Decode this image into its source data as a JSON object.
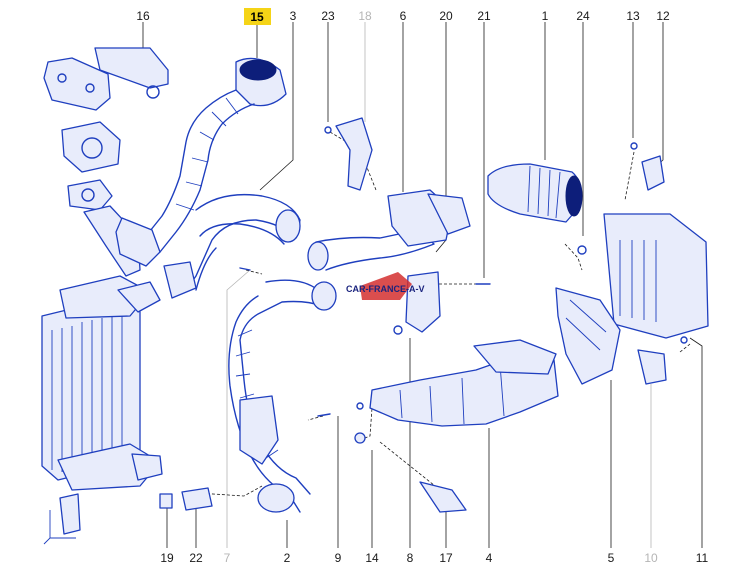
{
  "highlight_color": "#f5d417",
  "part_color": "#1f3fbf",
  "watermark": "CAR-FRANCE-A-V",
  "callouts": [
    {
      "id": "c16",
      "label": "16",
      "highlighted": false,
      "muted": false
    },
    {
      "id": "c15",
      "label": "15",
      "highlighted": true,
      "muted": false
    },
    {
      "id": "c3",
      "label": "3",
      "highlighted": false,
      "muted": false
    },
    {
      "id": "c23",
      "label": "23",
      "highlighted": false,
      "muted": false
    },
    {
      "id": "c18",
      "label": "18",
      "highlighted": false,
      "muted": true
    },
    {
      "id": "c6",
      "label": "6",
      "highlighted": false,
      "muted": false
    },
    {
      "id": "c20",
      "label": "20",
      "highlighted": false,
      "muted": false
    },
    {
      "id": "c21",
      "label": "21",
      "highlighted": false,
      "muted": false
    },
    {
      "id": "c1",
      "label": "1",
      "highlighted": false,
      "muted": false
    },
    {
      "id": "c24",
      "label": "24",
      "highlighted": false,
      "muted": false
    },
    {
      "id": "c13",
      "label": "13",
      "highlighted": false,
      "muted": false
    },
    {
      "id": "c12",
      "label": "12",
      "highlighted": false,
      "muted": false
    },
    {
      "id": "c19",
      "label": "19",
      "highlighted": false,
      "muted": false
    },
    {
      "id": "c22",
      "label": "22",
      "highlighted": false,
      "muted": false
    },
    {
      "id": "c7",
      "label": "7",
      "highlighted": false,
      "muted": true
    },
    {
      "id": "c2",
      "label": "2",
      "highlighted": false,
      "muted": false
    },
    {
      "id": "c9",
      "label": "9",
      "highlighted": false,
      "muted": false
    },
    {
      "id": "c14",
      "label": "14",
      "highlighted": false,
      "muted": false
    },
    {
      "id": "c8",
      "label": "8",
      "highlighted": false,
      "muted": false
    },
    {
      "id": "c17",
      "label": "17",
      "highlighted": false,
      "muted": false
    },
    {
      "id": "c4",
      "label": "4",
      "highlighted": false,
      "muted": false
    },
    {
      "id": "c5",
      "label": "5",
      "highlighted": false,
      "muted": false
    },
    {
      "id": "c10",
      "label": "10",
      "highlighted": false,
      "muted": true
    },
    {
      "id": "c11",
      "label": "11",
      "highlighted": false,
      "muted": false
    }
  ]
}
